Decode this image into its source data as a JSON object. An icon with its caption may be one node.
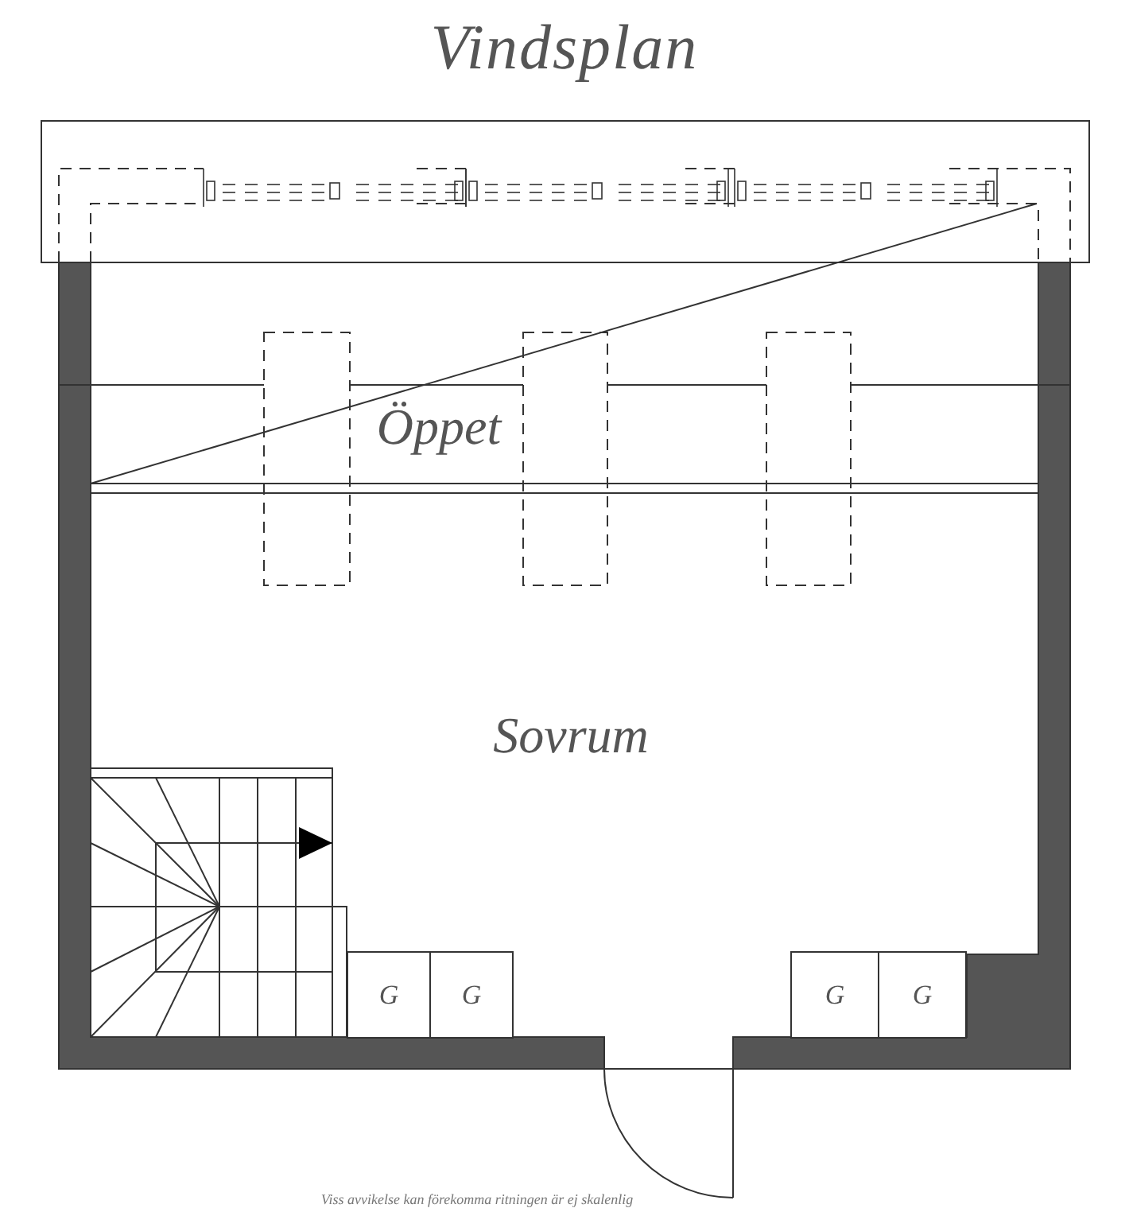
{
  "diagram": {
    "title": "Vindsplan",
    "caption": "Viss avvikelse kan förekomma ritningen är ej skalenlig",
    "nodes": [
      {
        "text": [
          "G"
        ]
      },
      {
        "text": [
          "G"
        ]
      },
      {
        "text": [
          "G"
        ]
      },
      {
        "text": [
          "G"
        ]
      }
    ],
    "labels": [
      "Öppet",
      "Sovrum"
    ]
  }
}
